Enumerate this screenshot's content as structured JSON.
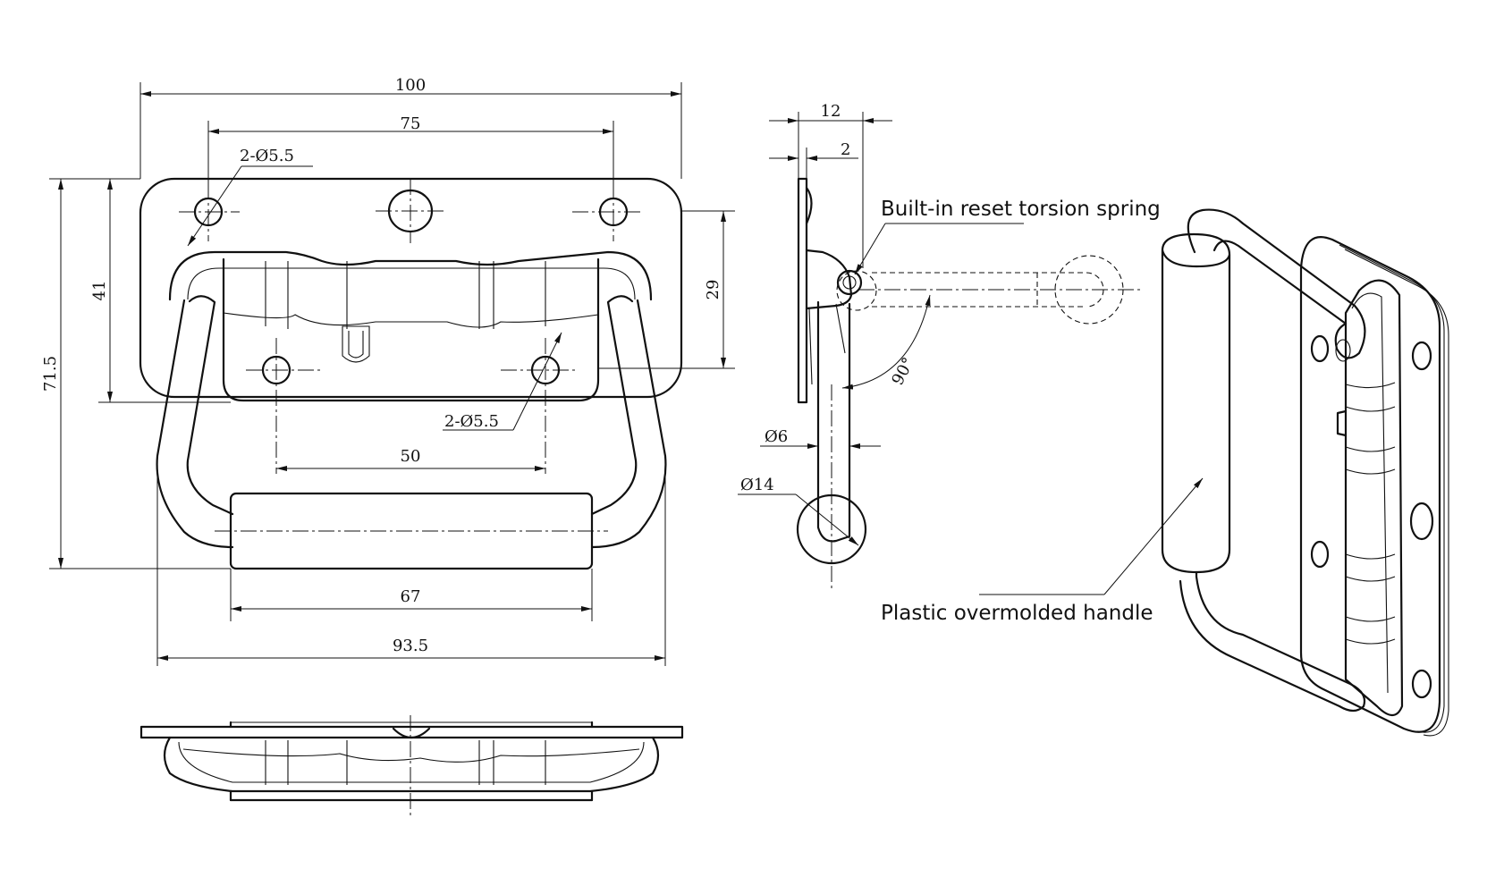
{
  "front_view": {
    "dim_overall_width": "100",
    "dim_hole_spacing": "75",
    "dim_top_holes": "2-Ø5.5",
    "dim_bottom_holes": "2-Ø5.5",
    "dim_lower_hole_spacing": "50",
    "dim_grip_length": "67",
    "dim_handle_span": "93.5",
    "dim_total_height": "71.5",
    "dim_plate_height": "41",
    "dim_recess_height": "29"
  },
  "side_view": {
    "dim_depth": "12",
    "dim_plate_thickness": "2",
    "dim_wire_diameter": "Ø6",
    "dim_grip_diameter": "Ø14",
    "dim_angle": "90°"
  },
  "callouts": {
    "spring": "Built-in reset torsion spring",
    "handle": "Plastic overmolded handle"
  }
}
